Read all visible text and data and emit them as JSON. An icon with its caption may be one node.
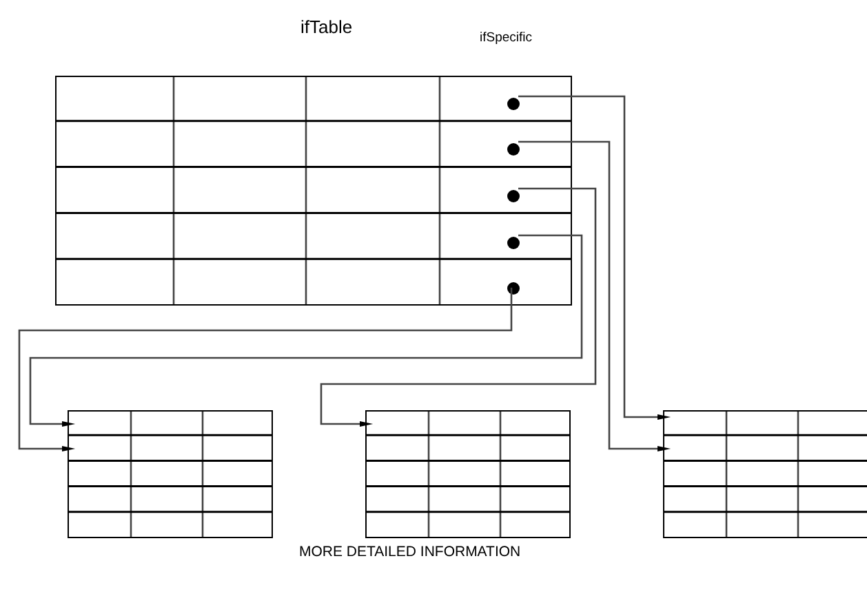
{
  "diagram": {
    "caption": "MORE DETAILED INFORMATION",
    "nodes": [
      {
        "text": [
          "ifTable"
        ]
      },
      {
        "text": [],
        "shape": "circle",
        "in": 0
      },
      {
        "text": [],
        "shape": "circle",
        "in": 0
      },
      {
        "text": [],
        "shape": "circle",
        "in": 0
      },
      {
        "text": [],
        "shape": "circle",
        "in": 0
      },
      {
        "text": [],
        "shape": "circle",
        "in": 0
      },
      {
        "text": [],
        "shape": "box"
      },
      {
        "text": [],
        "shape": "box"
      },
      {
        "text": [],
        "shape": "box"
      }
    ],
    "edges": [
      {
        "from": 1,
        "to": 8,
        "arrow": "to"
      },
      {
        "from": 2,
        "to": 8,
        "arrow": "to"
      },
      {
        "from": 3,
        "to": 7,
        "arrow": "to"
      },
      {
        "from": 4,
        "to": 6,
        "arrow": "to"
      },
      {
        "from": 5,
        "to": 6,
        "arrow": "to"
      }
    ],
    "labels": [
      "ifSpecific"
    ]
  }
}
